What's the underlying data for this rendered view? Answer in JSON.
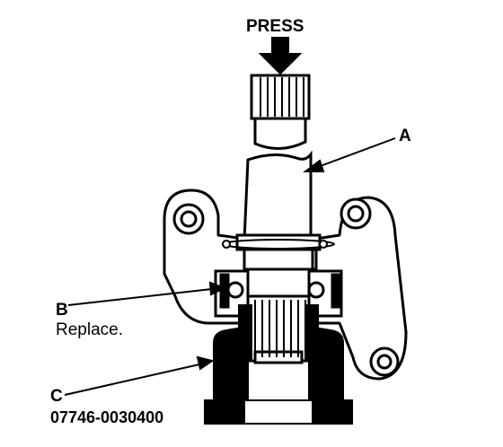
{
  "labels": {
    "press": "PRESS",
    "a": "A",
    "b": "B",
    "b_note": "Replace.",
    "c": "C",
    "c_tool": "07746-0030400"
  },
  "colors": {
    "ink": "#000000",
    "paper": "#ffffff",
    "shade": "#e6e6e6"
  }
}
